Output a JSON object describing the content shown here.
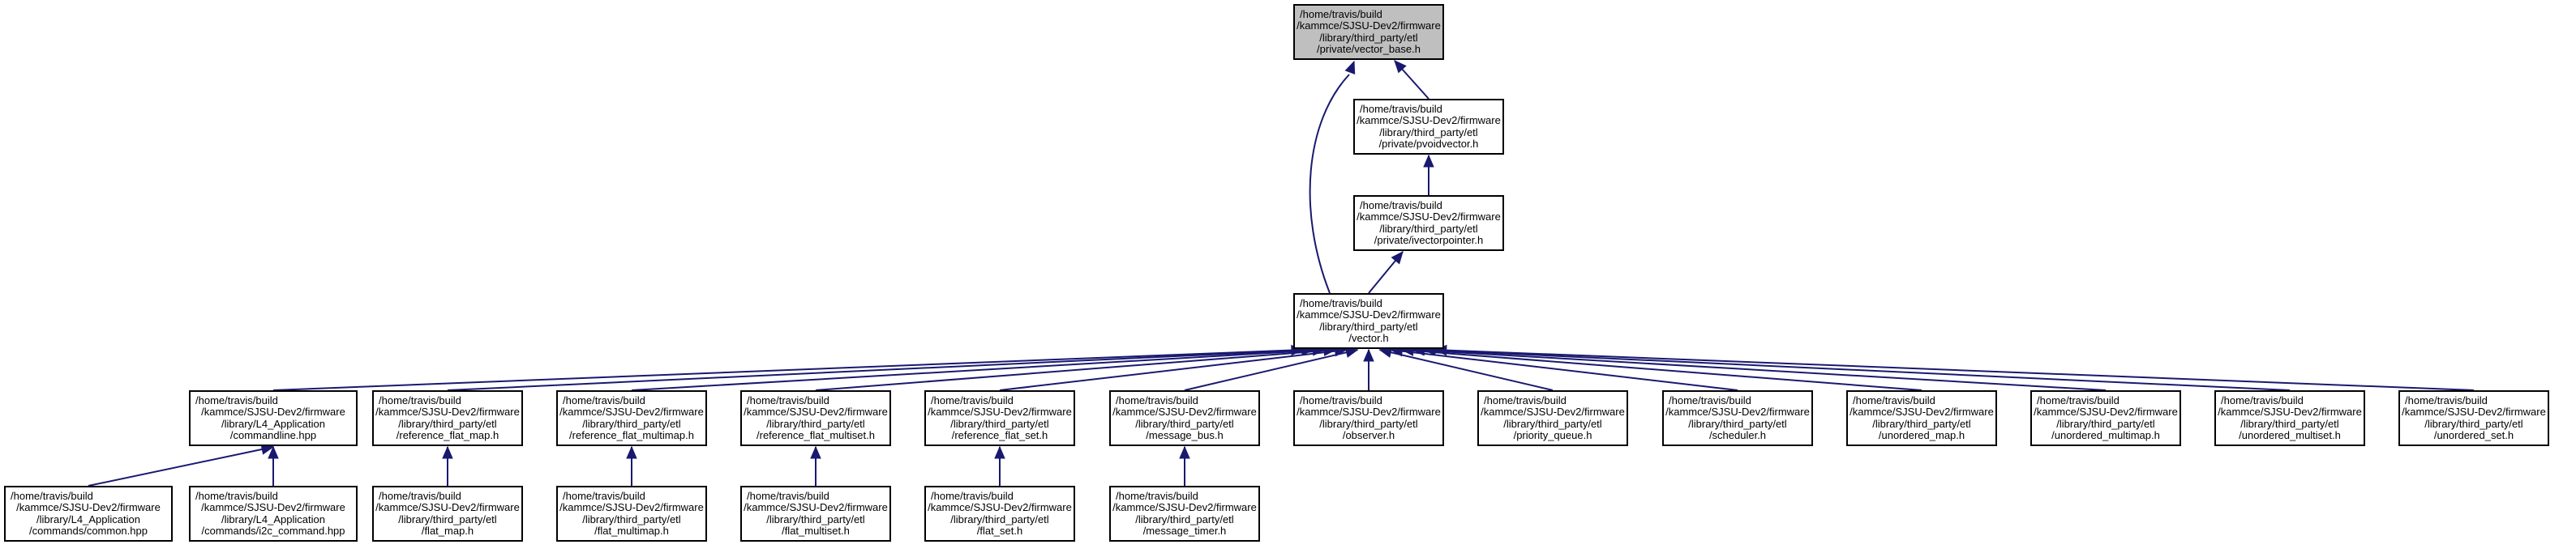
{
  "graph": {
    "colors": {
      "edge": "#191970",
      "root_fill": "#bfbfbf",
      "node_fill": "#ffffff",
      "border": "#000000"
    },
    "nodes": [
      {
        "id": "vector_base",
        "lines": [
          "/home/travis/build",
          "/kammce/SJSU-Dev2/firmware",
          "/library/third_party/etl",
          "/private/vector_base.h"
        ]
      },
      {
        "id": "pvoidvector",
        "lines": [
          "/home/travis/build",
          "/kammce/SJSU-Dev2/firmware",
          "/library/third_party/etl",
          "/private/pvoidvector.h"
        ]
      },
      {
        "id": "ivectorpointer",
        "lines": [
          "/home/travis/build",
          "/kammce/SJSU-Dev2/firmware",
          "/library/third_party/etl",
          "/private/ivectorpointer.h"
        ]
      },
      {
        "id": "vector",
        "lines": [
          "/home/travis/build",
          "/kammce/SJSU-Dev2/firmware",
          "/library/third_party/etl",
          "/vector.h"
        ]
      },
      {
        "id": "commandline",
        "lines": [
          "/home/travis/build",
          "/kammce/SJSU-Dev2/firmware",
          "/library/L4_Application",
          "/commandline.hpp"
        ]
      },
      {
        "id": "reference_flat_map",
        "lines": [
          "/home/travis/build",
          "/kammce/SJSU-Dev2/firmware",
          "/library/third_party/etl",
          "/reference_flat_map.h"
        ]
      },
      {
        "id": "reference_flat_multimap",
        "lines": [
          "/home/travis/build",
          "/kammce/SJSU-Dev2/firmware",
          "/library/third_party/etl",
          "/reference_flat_multimap.h"
        ]
      },
      {
        "id": "reference_flat_multiset",
        "lines": [
          "/home/travis/build",
          "/kammce/SJSU-Dev2/firmware",
          "/library/third_party/etl",
          "/reference_flat_multiset.h"
        ]
      },
      {
        "id": "reference_flat_set",
        "lines": [
          "/home/travis/build",
          "/kammce/SJSU-Dev2/firmware",
          "/library/third_party/etl",
          "/reference_flat_set.h"
        ]
      },
      {
        "id": "message_bus",
        "lines": [
          "/home/travis/build",
          "/kammce/SJSU-Dev2/firmware",
          "/library/third_party/etl",
          "/message_bus.h"
        ]
      },
      {
        "id": "observer",
        "lines": [
          "/home/travis/build",
          "/kammce/SJSU-Dev2/firmware",
          "/library/third_party/etl",
          "/observer.h"
        ]
      },
      {
        "id": "priority_queue",
        "lines": [
          "/home/travis/build",
          "/kammce/SJSU-Dev2/firmware",
          "/library/third_party/etl",
          "/priority_queue.h"
        ]
      },
      {
        "id": "scheduler",
        "lines": [
          "/home/travis/build",
          "/kammce/SJSU-Dev2/firmware",
          "/library/third_party/etl",
          "/scheduler.h"
        ]
      },
      {
        "id": "unordered_map",
        "lines": [
          "/home/travis/build",
          "/kammce/SJSU-Dev2/firmware",
          "/library/third_party/etl",
          "/unordered_map.h"
        ]
      },
      {
        "id": "unordered_multimap",
        "lines": [
          "/home/travis/build",
          "/kammce/SJSU-Dev2/firmware",
          "/library/third_party/etl",
          "/unordered_multimap.h"
        ]
      },
      {
        "id": "unordered_multiset",
        "lines": [
          "/home/travis/build",
          "/kammce/SJSU-Dev2/firmware",
          "/library/third_party/etl",
          "/unordered_multiset.h"
        ]
      },
      {
        "id": "unordered_set",
        "lines": [
          "/home/travis/build",
          "/kammce/SJSU-Dev2/firmware",
          "/library/third_party/etl",
          "/unordered_set.h"
        ]
      },
      {
        "id": "common",
        "lines": [
          "/home/travis/build",
          "/kammce/SJSU-Dev2/firmware",
          "/library/L4_Application",
          "/commands/common.hpp"
        ]
      },
      {
        "id": "i2c_command",
        "lines": [
          "/home/travis/build",
          "/kammce/SJSU-Dev2/firmware",
          "/library/L4_Application",
          "/commands/i2c_command.hpp"
        ]
      },
      {
        "id": "flat_map",
        "lines": [
          "/home/travis/build",
          "/kammce/SJSU-Dev2/firmware",
          "/library/third_party/etl",
          "/flat_map.h"
        ]
      },
      {
        "id": "flat_multimap",
        "lines": [
          "/home/travis/build",
          "/kammce/SJSU-Dev2/firmware",
          "/library/third_party/etl",
          "/flat_multimap.h"
        ]
      },
      {
        "id": "flat_multiset",
        "lines": [
          "/home/travis/build",
          "/kammce/SJSU-Dev2/firmware",
          "/library/third_party/etl",
          "/flat_multiset.h"
        ]
      },
      {
        "id": "flat_set",
        "lines": [
          "/home/travis/build",
          "/kammce/SJSU-Dev2/firmware",
          "/library/third_party/etl",
          "/flat_set.h"
        ]
      },
      {
        "id": "message_timer",
        "lines": [
          "/home/travis/build",
          "/kammce/SJSU-Dev2/firmware",
          "/library/third_party/etl",
          "/message_timer.h"
        ]
      }
    ],
    "edges": [
      {
        "from": "pvoidvector",
        "to": "vector_base"
      },
      {
        "from": "vector",
        "to": "vector_base"
      },
      {
        "from": "ivectorpointer",
        "to": "pvoidvector"
      },
      {
        "from": "vector",
        "to": "ivectorpointer"
      },
      {
        "from": "commandline",
        "to": "vector"
      },
      {
        "from": "reference_flat_map",
        "to": "vector"
      },
      {
        "from": "reference_flat_multimap",
        "to": "vector"
      },
      {
        "from": "reference_flat_multiset",
        "to": "vector"
      },
      {
        "from": "reference_flat_set",
        "to": "vector"
      },
      {
        "from": "message_bus",
        "to": "vector"
      },
      {
        "from": "observer",
        "to": "vector"
      },
      {
        "from": "priority_queue",
        "to": "vector"
      },
      {
        "from": "scheduler",
        "to": "vector"
      },
      {
        "from": "unordered_map",
        "to": "vector"
      },
      {
        "from": "unordered_multimap",
        "to": "vector"
      },
      {
        "from": "unordered_multiset",
        "to": "vector"
      },
      {
        "from": "unordered_set",
        "to": "vector"
      },
      {
        "from": "common",
        "to": "commandline"
      },
      {
        "from": "i2c_command",
        "to": "commandline"
      },
      {
        "from": "flat_map",
        "to": "reference_flat_map"
      },
      {
        "from": "flat_multimap",
        "to": "reference_flat_multimap"
      },
      {
        "from": "flat_multiset",
        "to": "reference_flat_multiset"
      },
      {
        "from": "flat_set",
        "to": "reference_flat_set"
      },
      {
        "from": "message_timer",
        "to": "message_bus"
      }
    ]
  }
}
